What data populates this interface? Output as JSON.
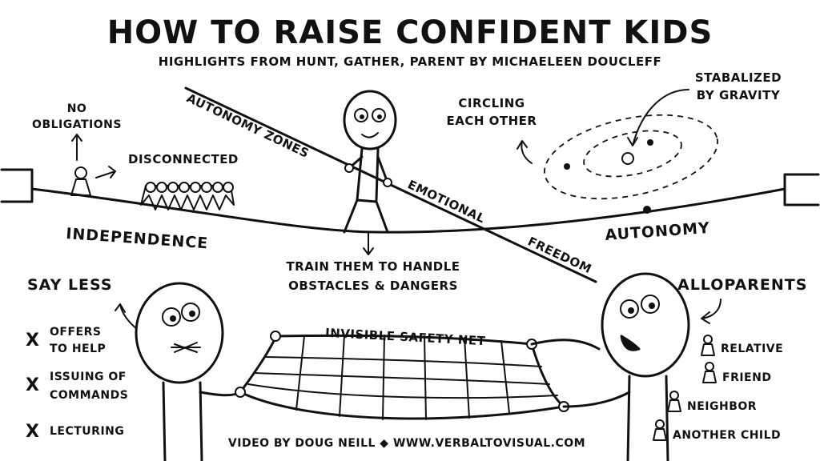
{
  "title": "HOW TO RAISE CONFIDENT KIDS",
  "subtitle": "HIGHLIGHTS FROM HUNT, GATHER, PARENT BY MICHAELEEN DOUCLEFF",
  "tightrope": {
    "left_label": "INDEPENDENCE",
    "right_label": "AUTONOMY",
    "pole_labels": [
      "AUTONOMY ZONES",
      "EMOTIONAL",
      "FREEDOM"
    ],
    "below_label_line1": "TRAIN THEM TO HANDLE",
    "below_label_line2": "OBSTACLES & DANGERS"
  },
  "independence_side": {
    "no_obligations_line1": "NO",
    "no_obligations_line2": "OBLIGATIONS",
    "disconnected": "DISCONNECTED"
  },
  "orbit": {
    "circling_line1": "CIRCLING",
    "circling_line2": "EACH OTHER",
    "gravity_line1": "STABALIZED",
    "gravity_line2": "BY GRAVITY"
  },
  "say_less": {
    "heading": "SAY LESS",
    "items": [
      {
        "mark": "X",
        "line1": "OFFERS",
        "line2": "TO HELP"
      },
      {
        "mark": "X",
        "line1": "ISSUING OF",
        "line2": "COMMANDS"
      },
      {
        "mark": "X",
        "line1": "LECTURING",
        "line2": ""
      }
    ]
  },
  "net_label": "INVISIBLE SAFETY NET",
  "alloparents": {
    "heading": "ALLOPARENTS",
    "items": [
      "RELATIVE",
      "FRIEND",
      "NEIGHBOR",
      "ANOTHER CHILD"
    ]
  },
  "credit": "VIDEO BY DOUG NEILL ◆ WWW.VERBALTOVISUAL.COM"
}
